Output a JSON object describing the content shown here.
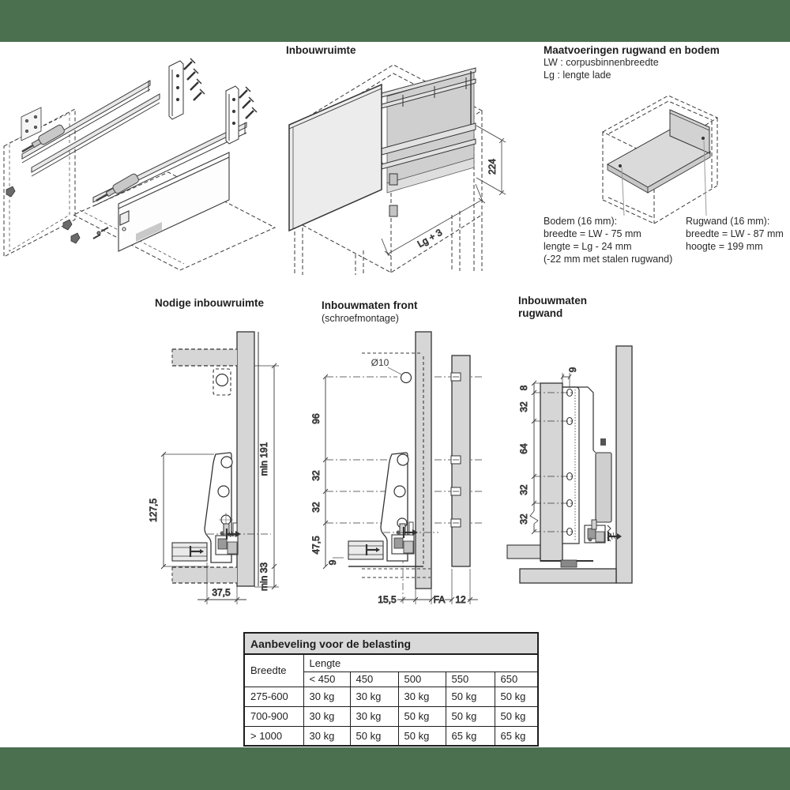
{
  "top": {
    "inbouwruimte_title": "Inbouwruimte",
    "dims": {
      "height": "224",
      "depth": "Lg + 3"
    },
    "maatvoeringen": {
      "title": "Maatvoeringen rugwand en bodem",
      "legend_lw": "LW : corpusbinnenbreedte",
      "legend_lg": "Lg : lengte lade",
      "bodem_title": "Bodem (16 mm):",
      "bodem_l1": "breedte = LW - 75 mm",
      "bodem_l2": "lengte = Lg - 24 mm",
      "bodem_l3": "(-22 mm met stalen rugwand)",
      "rugwand_title": "Rugwand (16 mm):",
      "rugwand_l1": "breedte = LW - 87 mm",
      "rugwand_l2": "hoogte = 199 mm"
    }
  },
  "middle": {
    "nodige": {
      "title": "Nodige inbouwruimte",
      "d_bracket": "127,5",
      "d_min_top": "min 191",
      "d_min_bottom": "min 33",
      "d_front": "37,5"
    },
    "front": {
      "title": "Inbouwmaten front",
      "subtitle": "(schroefmontage)",
      "d_hole": "Ø10",
      "d1": "96",
      "d2": "32",
      "d3": "32",
      "d4": "47,5",
      "d5": "9",
      "b1": "15,5",
      "b2": "FA",
      "b3": "12"
    },
    "rugwand": {
      "title1": "Inbouwmaten",
      "title2": "rugwand",
      "d_top": "9",
      "d1": "8",
      "d2": "32",
      "d3": "64",
      "d4": "32",
      "d5": "32"
    }
  },
  "table": {
    "title": "Aanbeveling voor de belasting",
    "breedte_header": "Breedte",
    "lengte_header": "Lengte",
    "length_cols": [
      "< 450",
      "450",
      "500",
      "550",
      "650"
    ],
    "rows": [
      {
        "label": "275-600",
        "values": [
          "30 kg",
          "30 kg",
          "30 kg",
          "50 kg",
          "50 kg"
        ]
      },
      {
        "label": "700-900",
        "values": [
          "30 kg",
          "30 kg",
          "50 kg",
          "50 kg",
          "50 kg"
        ]
      },
      {
        "label": "> 1000",
        "values": [
          "30 kg",
          "50 kg",
          "50 kg",
          "65 kg",
          "65 kg"
        ]
      }
    ]
  },
  "colors": {
    "band": "#4a7050",
    "panel_gray": "#d6d6d6",
    "line": "#3a3a3a"
  }
}
